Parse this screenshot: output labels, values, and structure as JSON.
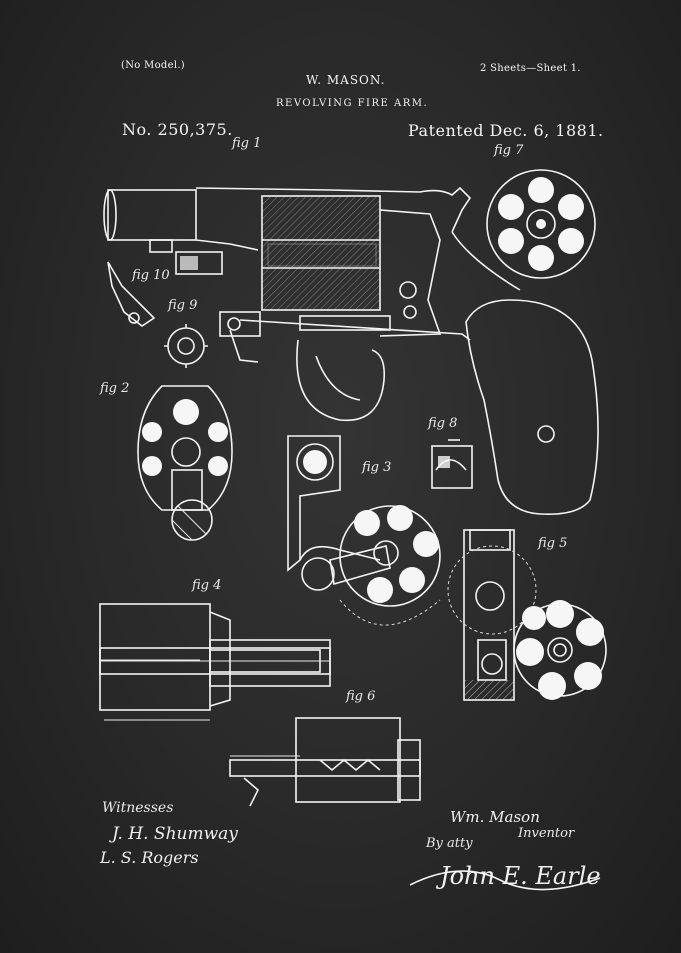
{
  "header": {
    "no_model": "(No Model.)",
    "sheets": "2 Sheets—Sheet 1.",
    "inventor_name": "W. MASON.",
    "title": "REVOLVING FIRE ARM.",
    "patent_no": "No. 250,375.",
    "patent_date": "Patented Dec. 6, 1881."
  },
  "figures": {
    "fig1": "fig 1",
    "fig2": "fig 2",
    "fig3": "fig 3",
    "fig4": "fig 4",
    "fig5": "fig 5",
    "fig6": "fig 6",
    "fig7": "fig 7",
    "fig8": "fig 8",
    "fig9": "fig 9",
    "fig10": "fig 10"
  },
  "footer": {
    "witnesses_label": "Witnesses",
    "witness1": "J. H. Shumway",
    "witness2": "L. S. Rogers",
    "inventor_sig": "Wm. Mason",
    "inventor_label": "Inventor",
    "by_atty": "By atty",
    "attorney_sig": "John E. Earle"
  }
}
